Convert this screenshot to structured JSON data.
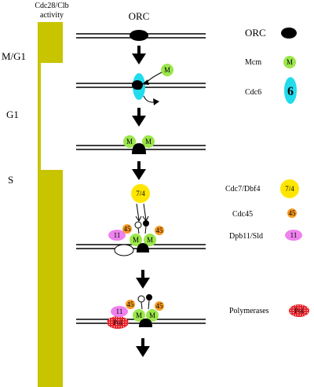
{
  "activity_header": [
    "Cdc28/Clb",
    "activity"
  ],
  "phases": [
    "M/G1",
    "G1",
    "S"
  ],
  "orc_title": "ORC",
  "legend": [
    {
      "label": "ORC",
      "symbol": ""
    },
    {
      "label": "Mcm",
      "symbol": "M"
    },
    {
      "label": "Cdc6",
      "symbol": "6"
    },
    {
      "label": "Cdc7/Dbf4",
      "symbol": "7/4"
    },
    {
      "label": "Cdc45",
      "symbol": "45"
    },
    {
      "label": "Dpb11/Sld",
      "symbol": "11"
    },
    {
      "label": "Polymerases",
      "symbol": "Pol"
    }
  ],
  "marks": {
    "mcm": "M",
    "cdc6": "6",
    "ddk": "7/4",
    "cdc45": "45",
    "dpb11": "11",
    "pol": "Pol"
  },
  "colors": {
    "activity_bar": "#c8c400",
    "mcm": "#9be64a",
    "cdc6": "#22dcec",
    "ddk": "#ffe600",
    "cdc45": "#f79a22",
    "dpb11": "#ee82ee",
    "pol": "#e8232b"
  }
}
